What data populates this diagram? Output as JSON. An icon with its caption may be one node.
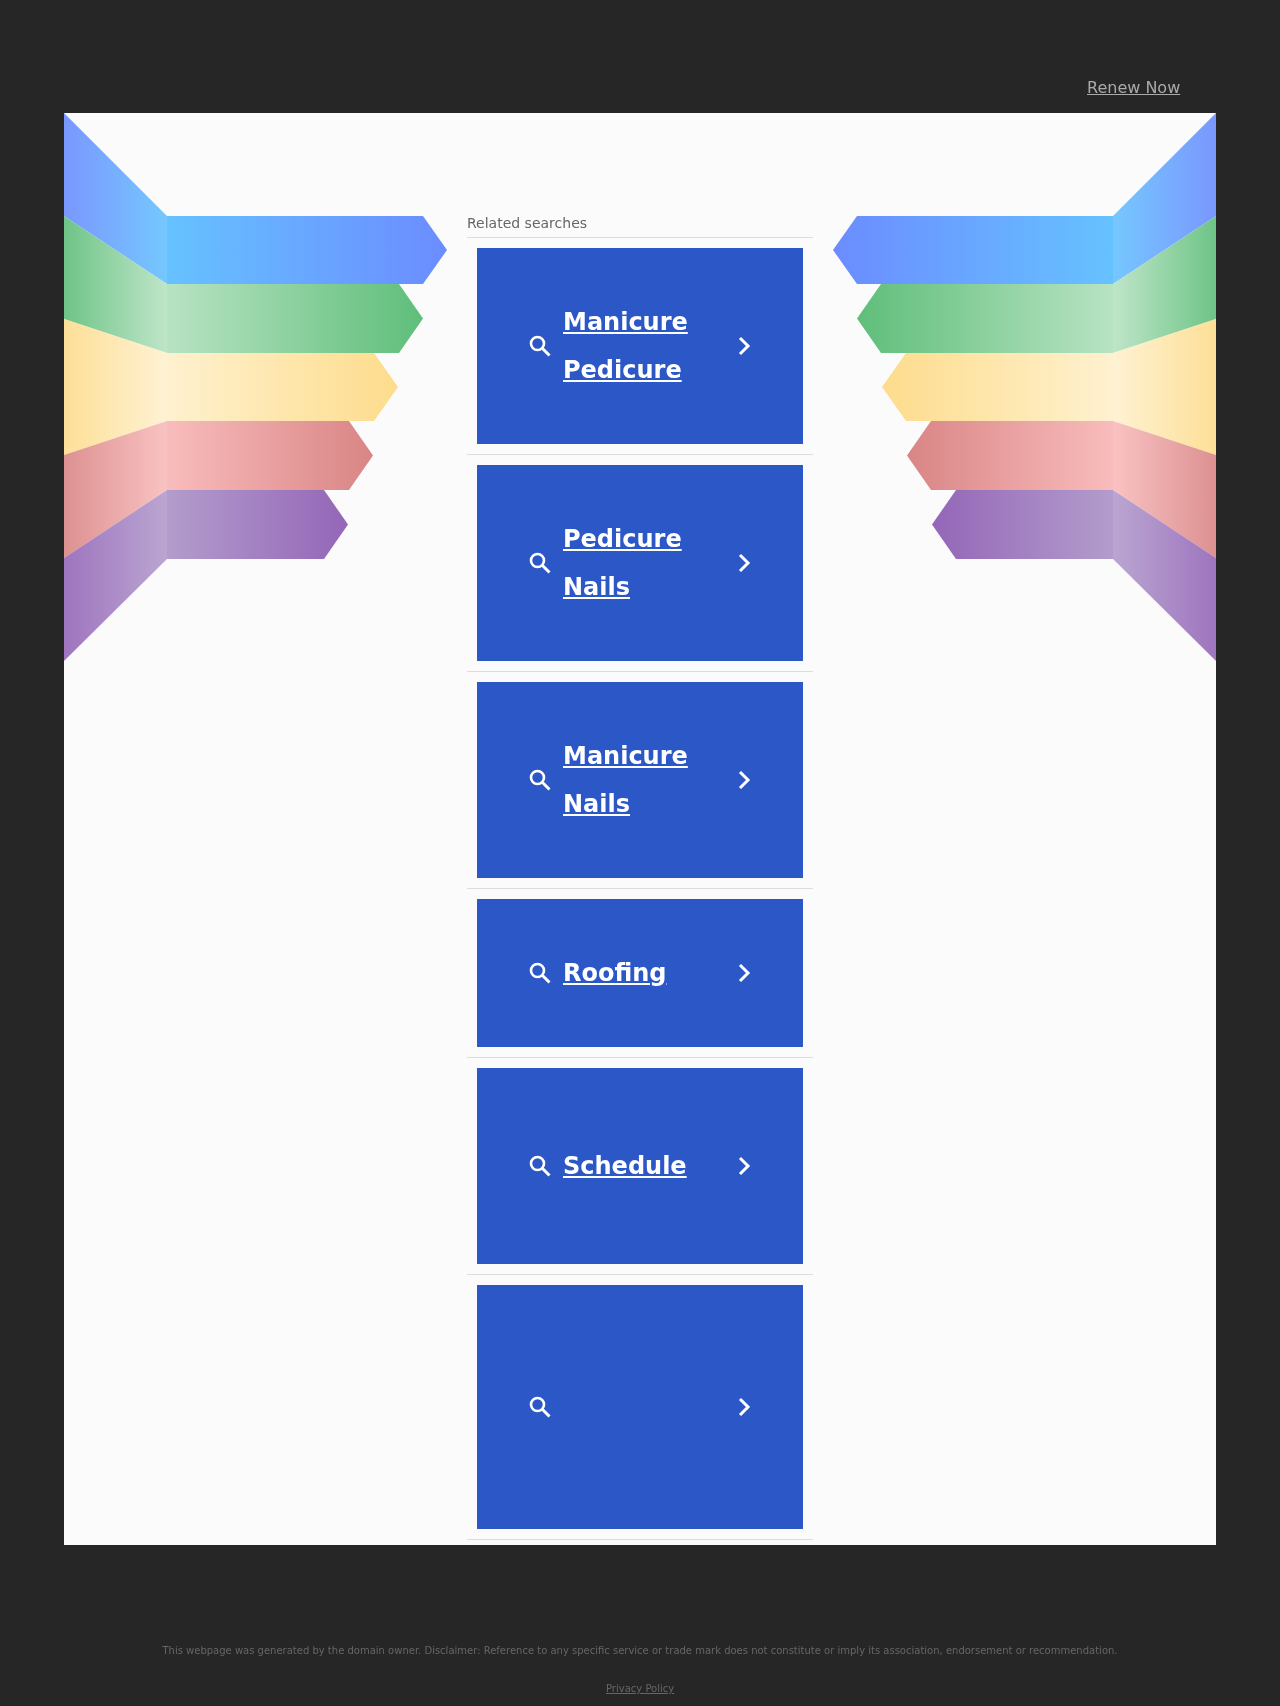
{
  "diagram": {
    "nodes": [
      {
        "text": [
          "Manicure Pedicure"
        ]
      },
      {
        "text": [
          "Pedicure Nails"
        ]
      },
      {
        "text": [
          "Manicure Nails"
        ]
      },
      {
        "text": [
          "Roofing"
        ]
      },
      {
        "text": [
          "Schedule"
        ]
      },
      {
        "text": [],
        "shape": "box"
      }
    ],
    "labels": [
      "Renew Now",
      "Related searches",
      "This webpage was generated by the domain owner. Disclaimer: Reference to any specific service or trade mark does not constitute or imply its association, endorsement or recommendation.",
      "Privacy Policy"
    ]
  }
}
